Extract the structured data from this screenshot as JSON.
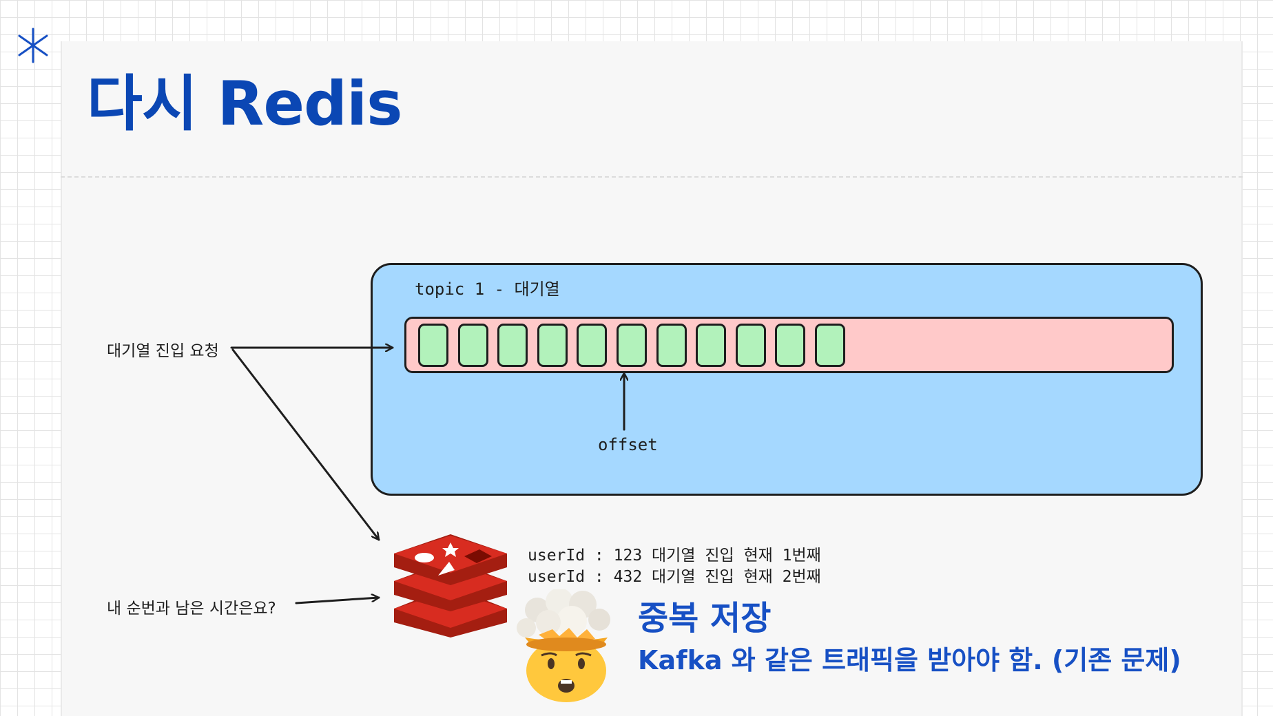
{
  "slide": {
    "title": "다시 Redis"
  },
  "diagram": {
    "topic_label": "topic 1 - 대기열",
    "offset_label": "offset",
    "slot_count": 11,
    "colors": {
      "topic_box": "#a5d8ff",
      "queue_bar": "#ffc9c9",
      "slot": "#b2f2bb",
      "title": "#0b47b4",
      "highlight_text": "#1750c4",
      "redis_red": "#c6302b"
    }
  },
  "labels": {
    "enqueue_request": "대기열 진입 요청",
    "my_turn_question": "내 순번과 남은 시간은요?"
  },
  "redis": {
    "icon": "redis-logo-icon",
    "entries": [
      "userId : 123 대기열 진입 현재 1번째",
      "userId : 432 대기열 진입 현재 2번째"
    ]
  },
  "callout": {
    "icon": "exploding-head-emoji",
    "title": "중복 저장",
    "subtitle": "Kafka 와 같은 트래픽을 받아야 함. (기존 문제)"
  }
}
